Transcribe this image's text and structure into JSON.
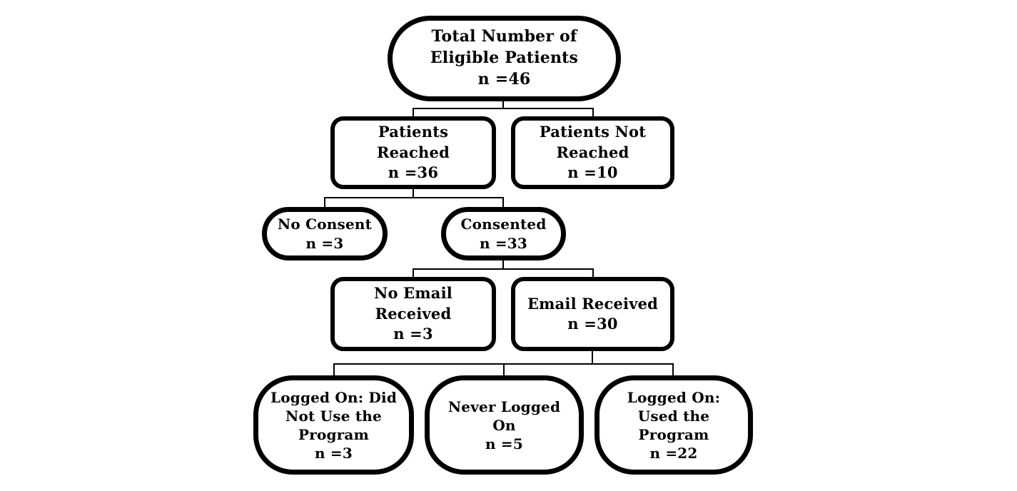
{
  "diagram": {
    "kind": "patient-flow-chart",
    "background_color": "#ffffff",
    "node_border_color": "#000000",
    "node_fill_color": "#ffffff",
    "text_color": "#000000",
    "nodes": {
      "total_eligible": {
        "lines": [
          "Total Number of",
          "Eligible Patients",
          "n =46"
        ],
        "label": "Total Number of Eligible Patients",
        "n": 46
      },
      "patients_reached": {
        "lines": [
          "Patients",
          "Reached",
          "n =36"
        ],
        "label": "Patients Reached",
        "n": 36
      },
      "patients_not_reached": {
        "lines": [
          "Patients Not",
          "Reached",
          "n =10"
        ],
        "label": "Patients Not Reached",
        "n": 10
      },
      "no_consent": {
        "lines": [
          "No Consent",
          "n =3"
        ],
        "label": "No Consent",
        "n": 3
      },
      "consented": {
        "lines": [
          "Consented",
          "n =33"
        ],
        "label": "Consented",
        "n": 33
      },
      "no_email_received": {
        "lines": [
          "No Email",
          "Received",
          "n =3"
        ],
        "label": "No Email Received",
        "n": 3
      },
      "email_received": {
        "lines": [
          "Email Received",
          "n =30"
        ],
        "label": "Email Received",
        "n": 30
      },
      "logged_on_did_not_use": {
        "lines": [
          "Logged On: Did",
          "Not Use the",
          "Program",
          "n =3"
        ],
        "label": "Logged On: Did Not Use the Program",
        "n": 3
      },
      "never_logged_on": {
        "lines": [
          "Never Logged",
          "On",
          "n =5"
        ],
        "label": "Never Logged On",
        "n": 5
      },
      "logged_on_used": {
        "lines": [
          "Logged On:",
          "Used the",
          "Program",
          "n =22"
        ],
        "label": "Logged On: Used the Program",
        "n": 22
      }
    },
    "edges": [
      {
        "from": "total_eligible",
        "to": "patients_reached"
      },
      {
        "from": "total_eligible",
        "to": "patients_not_reached"
      },
      {
        "from": "patients_reached",
        "to": "no_consent"
      },
      {
        "from": "patients_reached",
        "to": "consented"
      },
      {
        "from": "consented",
        "to": "no_email_received"
      },
      {
        "from": "consented",
        "to": "email_received"
      },
      {
        "from": "email_received",
        "to": "logged_on_did_not_use"
      },
      {
        "from": "email_received",
        "to": "never_logged_on"
      },
      {
        "from": "email_received",
        "to": "logged_on_used"
      }
    ]
  }
}
